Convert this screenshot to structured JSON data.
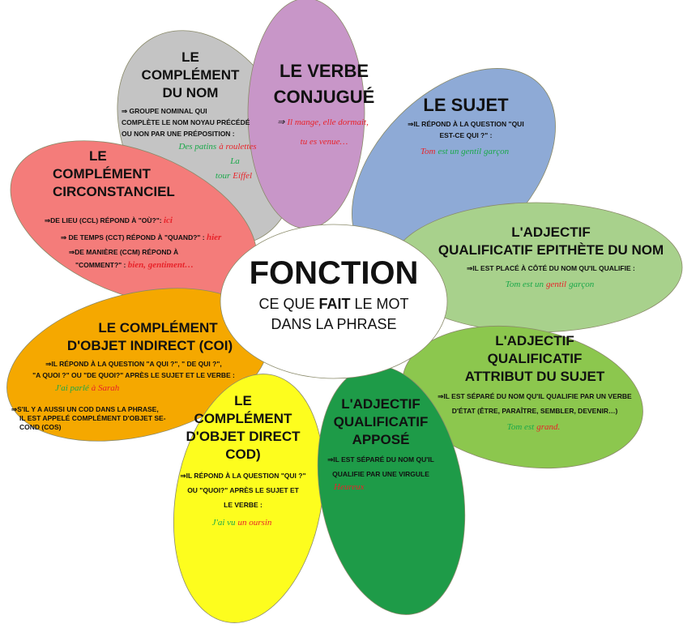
{
  "center": {
    "title": "FONCTION",
    "subtitle_1": "CE QUE",
    "subtitle_bold": "FAIT",
    "subtitle_2": "LE MOT",
    "subtitle_3": "DANS LA PHRASE"
  },
  "colors": {
    "gray": "#c4c4c4",
    "purple": "#c896c8",
    "blue": "#8eaad6",
    "light_green": "#a8d18c",
    "green": "#8cc74e",
    "dark_green": "#1e9b48",
    "yellow": "#fdfd1e",
    "orange": "#f5a800",
    "red": "#f47c7a",
    "example_red": "#e8232a",
    "example_green": "#1aa84a"
  },
  "petals": {
    "complement_nom": {
      "title": [
        "LE",
        "COMPLÉMENT",
        "DU NOM"
      ],
      "desc": [
        "⇒ GROUPE NOMINAL QUI",
        "COMPLÈTE LE NOM NOYAU PRÉCÉDÉ",
        "OU NON PAR UNE PRÉPOSITION :"
      ],
      "ex1": [
        "Des patins",
        "à roulettes"
      ],
      "ex2": [
        "La tour",
        "Eiffel"
      ]
    },
    "verbe": {
      "title": [
        "LE VERBE",
        "CONJUGUÉ"
      ],
      "ex": [
        "⇒",
        "Il mange, elle dormait,",
        "tu es venue…"
      ]
    },
    "sujet": {
      "title": [
        "LE SUJET"
      ],
      "desc": [
        "⇒IL RÉPOND À LA QUESTION \"QUI",
        "EST-CE QUI ?\" :"
      ],
      "ex": [
        "Tom",
        "est un gentil garçon"
      ]
    },
    "complement_circ": {
      "title": [
        "LE",
        "COMPLÉMENT",
        "CIRCONSTANCIEL"
      ],
      "lines": [
        [
          "⇒DE LIEU (CCL) RÉPOND À \"OÙ?\":",
          "ici"
        ],
        [
          "⇒ DE TEMPS (CCT) RÉPOND À \"QUAND?\" :",
          "hier"
        ],
        [
          "⇒DE MANIÈRE (CCM) RÉPOND À",
          ""
        ],
        [
          "\"COMMENT?\" :",
          "bien, gentiment…"
        ]
      ]
    },
    "epithete": {
      "title": [
        "L'ADJECTIF",
        "QUALIFICATIF EPITHÈTE DU NOM"
      ],
      "desc": [
        "⇒IL EST PLACÉ À CÔTÉ DU NOM QU'IL QUALIFIE :"
      ],
      "ex": [
        "Tom est un",
        "gentil",
        "garçon"
      ]
    },
    "coi": {
      "title": [
        "LE COMPLÉMENT",
        "D'OBJET INDIRECT (COI)"
      ],
      "desc": [
        "⇒IL RÉPOND À LA QUESTION \"A QUI ?\", \" DE QUI ?\",",
        "\"A QUOI ?\" OU \"DE QUOI?\" APRÈS LE SUJET ET LE VERBE :"
      ],
      "ex": [
        "J'ai parlé",
        "à Sarah"
      ],
      "note": [
        "⇒S'IL Y A AUSSI UN COD DANS LA PHRASE,",
        "IL EST APPELÉ COMPLÉMENT D'OBJET SE-",
        "COND (COS)"
      ]
    },
    "attribut": {
      "title": [
        "L'ADJECTIF",
        "QUALIFICATIF",
        "ATTRIBUT DU SUJET"
      ],
      "desc": [
        "⇒IL EST SÉPARÉ DU NOM QU'IL QUALIFIE PAR UN VERBE",
        "D'ÉTAT (ÊTRE, PARAÎTRE, SEMBLER, DEVENIR…)"
      ],
      "ex": [
        "Tom est",
        "grand."
      ]
    },
    "appose": {
      "title": [
        "L'ADJECTIF",
        "QUALIFICATIF",
        "APPOSÉ"
      ],
      "desc": [
        "⇒IL EST SÉPARÉ DU NOM QU'IL",
        "QUALIFIE PAR UNE VIRGULE"
      ],
      "ex": [
        "Heureux"
      ]
    },
    "cod": {
      "title": [
        "LE",
        "COMPLÉMENT",
        "D'OBJET DIRECT",
        "COD)"
      ],
      "desc": [
        "⇒IL RÉPOND À LA QUESTION \"QUI ?\"",
        "OU \"QUOI?\" APRÈS LE SUJET ET",
        "LE VERBE :"
      ],
      "ex": [
        "J'ai vu",
        "un oursin"
      ]
    }
  }
}
